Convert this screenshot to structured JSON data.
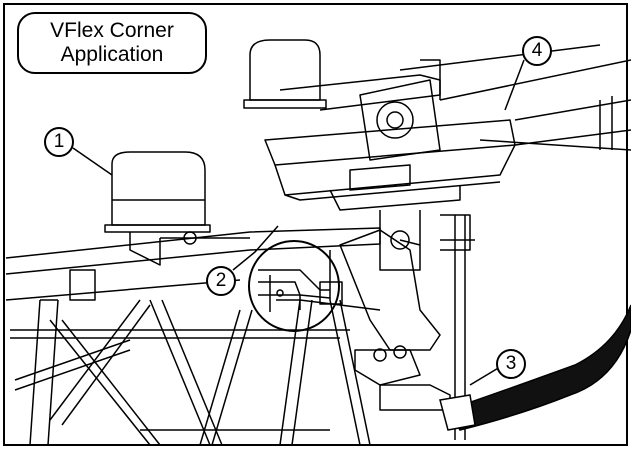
{
  "title": {
    "line1": "VFlex Corner",
    "line2": "Application"
  },
  "callouts": [
    {
      "label": "1",
      "part": "motor-housing-1"
    },
    {
      "label": "2",
      "part": "detail-magnifier"
    },
    {
      "label": "3",
      "part": "hose-clamp"
    },
    {
      "label": "4",
      "part": "span-beam"
    }
  ],
  "colors": {
    "line": "#000000",
    "background": "#ffffff",
    "hose": "#111111"
  }
}
